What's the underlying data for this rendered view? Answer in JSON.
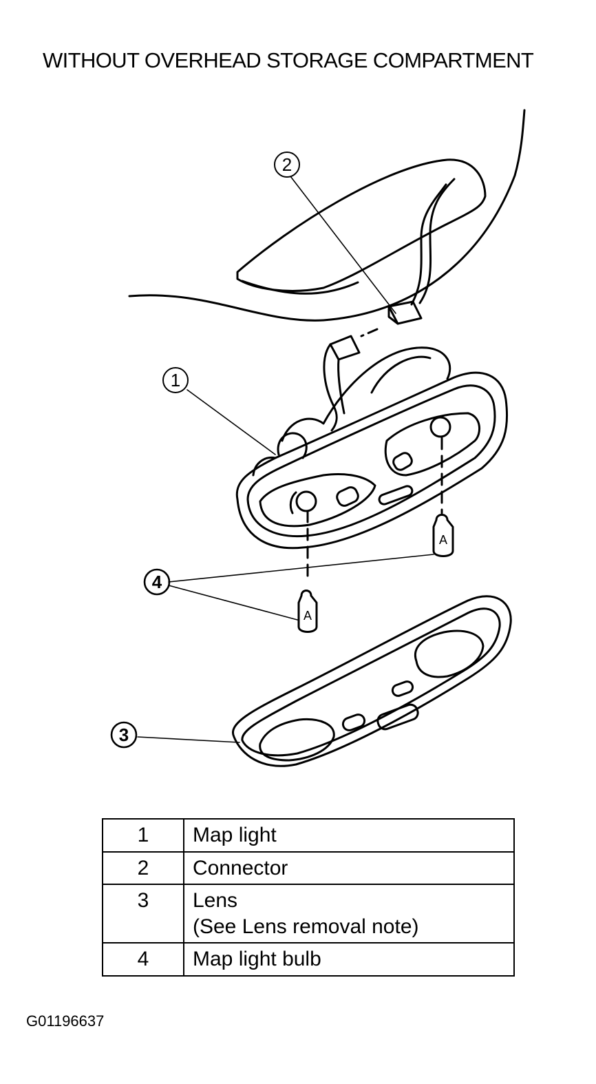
{
  "title": "WITHOUT OVERHEAD STORAGE COMPARTMENT",
  "callouts": [
    "1",
    "2",
    "3",
    "4"
  ],
  "bulb_marking": "A",
  "legend": [
    {
      "num": "1",
      "text": "Map light"
    },
    {
      "num": "2",
      "text": "Connector"
    },
    {
      "num": "3",
      "text": "Lens",
      "note": "(See Lens removal note)"
    },
    {
      "num": "4",
      "text": "Map light bulb"
    }
  ],
  "figure_id": "G01196637"
}
